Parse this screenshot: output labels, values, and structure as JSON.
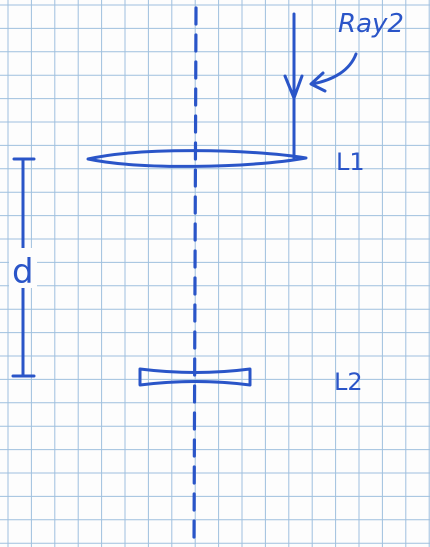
{
  "labels": {
    "ray": "Ray2",
    "lens1": "L1",
    "lens2": "L2",
    "distance": "d"
  },
  "colors": {
    "ink": "#2a55c8",
    "grid": "#9fc0de",
    "paper": "#fdfdfd"
  }
}
